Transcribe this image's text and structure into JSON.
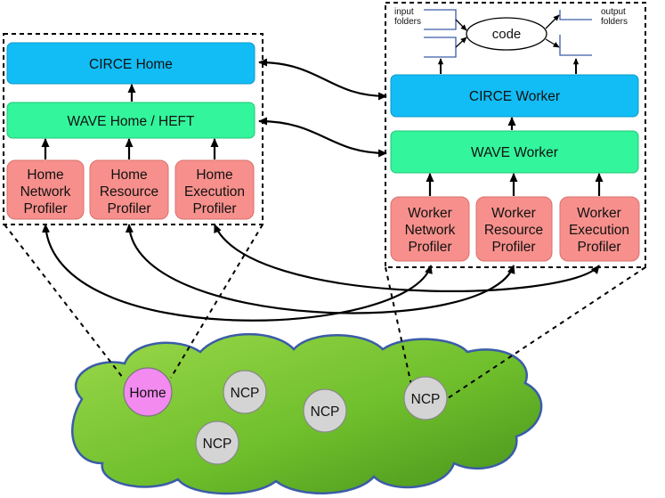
{
  "home_panel": {
    "circe_home": "CIRCE Home",
    "wave_home": "WAVE Home / HEFT",
    "profilers": [
      {
        "lines": [
          "Home",
          "Network",
          "Profiler"
        ]
      },
      {
        "lines": [
          "Home",
          "Resource",
          "Profiler"
        ]
      },
      {
        "lines": [
          "Home",
          "Execution",
          "Profiler"
        ]
      }
    ]
  },
  "worker_panel": {
    "input_label": [
      "input",
      "folders"
    ],
    "output_label": [
      "output",
      "folders"
    ],
    "code": "code",
    "circe_worker": "CIRCE Worker",
    "wave_worker": "WAVE Worker",
    "profilers": [
      {
        "lines": [
          "Worker",
          "Network",
          "Profiler"
        ]
      },
      {
        "lines": [
          "Worker",
          "Resource",
          "Profiler"
        ]
      },
      {
        "lines": [
          "Worker",
          "Execution",
          "Profiler"
        ]
      }
    ]
  },
  "cloud": {
    "nodes": [
      {
        "label": "Home",
        "role": "home"
      },
      {
        "label": "NCP",
        "role": "ncp"
      },
      {
        "label": "NCP",
        "role": "ncp"
      },
      {
        "label": "NCP",
        "role": "ncp"
      },
      {
        "label": "NCP",
        "role": "ncp"
      }
    ]
  },
  "colors": {
    "circe": "#12bdf5",
    "wave": "#33f59b",
    "profiler": "#f7908c",
    "home_node": "#f28af0",
    "ncp_node": "#d4d4d4",
    "cloud_light": "#8bd33a",
    "cloud_dark": "#4f9a1f",
    "cloud_border": "#3b5ca8"
  }
}
